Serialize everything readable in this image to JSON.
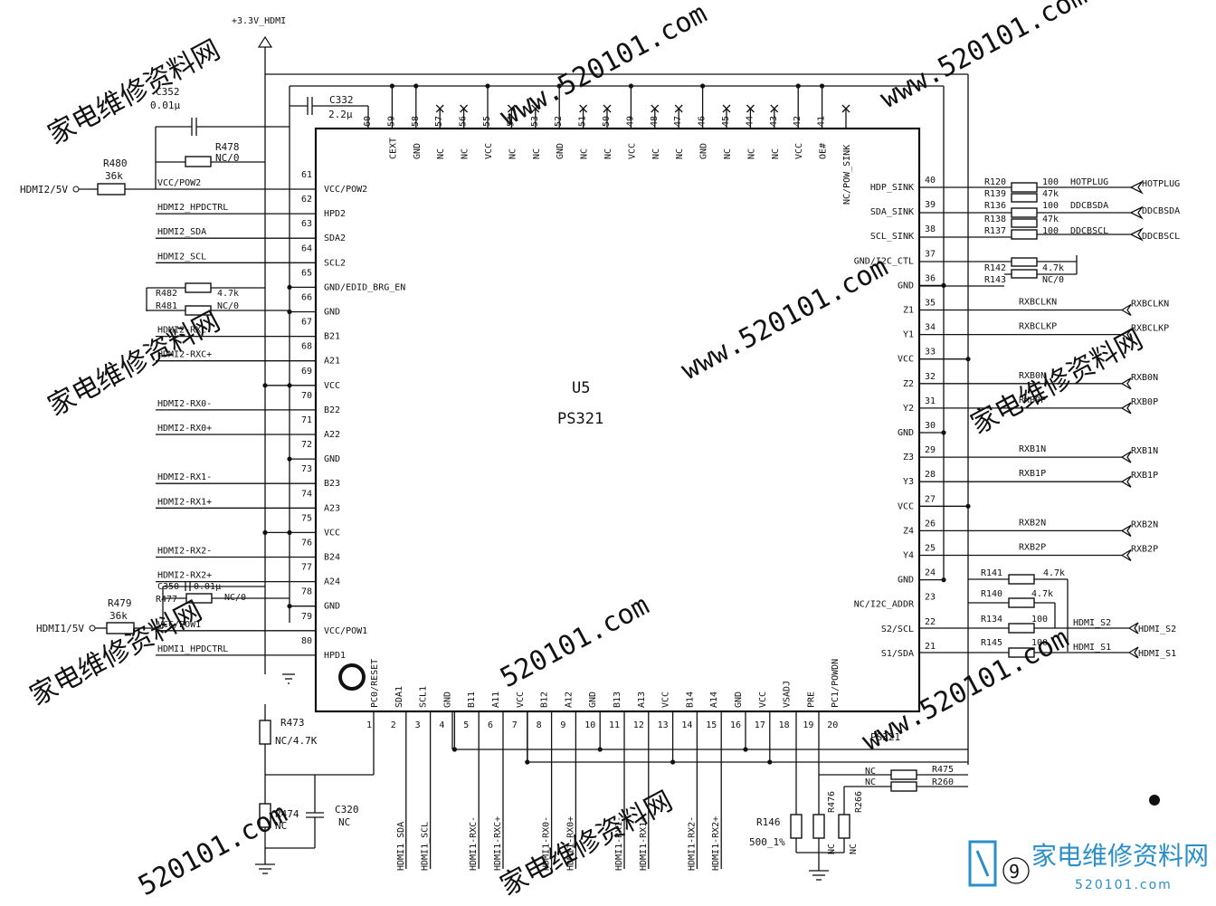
{
  "chip": {
    "ref": "U5",
    "part": "PS321",
    "corner_label": "PS321"
  },
  "supply": {
    "label": "+3.3V_HDMI"
  },
  "top_caps": [
    {
      "ref": "C352",
      "value": "0.01µ"
    },
    {
      "ref": "C332",
      "value": "2.2µ"
    }
  ],
  "top_pins": [
    {
      "num": "60",
      "name": ""
    },
    {
      "num": "59",
      "name": "CEXT"
    },
    {
      "num": "58",
      "name": "GND"
    },
    {
      "num": "57",
      "name": "NC"
    },
    {
      "num": "56",
      "name": "NC"
    },
    {
      "num": "55",
      "name": "VCC"
    },
    {
      "num": "54",
      "name": "NC"
    },
    {
      "num": "53",
      "name": "NC"
    },
    {
      "num": "52",
      "name": "GND"
    },
    {
      "num": "51",
      "name": "NC"
    },
    {
      "num": "50",
      "name": "NC"
    },
    {
      "num": "49",
      "name": "VCC"
    },
    {
      "num": "48",
      "name": "NC"
    },
    {
      "num": "47",
      "name": "NC"
    },
    {
      "num": "46",
      "name": "GND"
    },
    {
      "num": "45",
      "name": "NC"
    },
    {
      "num": "44",
      "name": "NC"
    },
    {
      "num": "43",
      "name": "NC"
    },
    {
      "num": "42",
      "name": "VCC"
    },
    {
      "num": "41",
      "name": "OE#"
    },
    {
      "num": "",
      "name": "NC/POW_SINK"
    }
  ],
  "left_pins": [
    {
      "num": "61",
      "name": "VCC/POW2",
      "net": "VCC/POW2"
    },
    {
      "num": "62",
      "name": "HPD2",
      "net": "HDMI2_HPDCTRL"
    },
    {
      "num": "63",
      "name": "SDA2",
      "net": "HDMI2_SDA"
    },
    {
      "num": "64",
      "name": "SCL2",
      "net": "HDMI2_SCL"
    },
    {
      "num": "65",
      "name": "GND/EDID_BRG_EN",
      "net": ""
    },
    {
      "num": "66",
      "name": "GND",
      "net": ""
    },
    {
      "num": "67",
      "name": "B21",
      "net": "HDMI2-RXC-"
    },
    {
      "num": "68",
      "name": "A21",
      "net": "HDMI2-RXC+"
    },
    {
      "num": "69",
      "name": "VCC",
      "net": ""
    },
    {
      "num": "70",
      "name": "B22",
      "net": "HDMI2-RX0-"
    },
    {
      "num": "71",
      "name": "A22",
      "net": "HDMI2-RX0+"
    },
    {
      "num": "72",
      "name": "GND",
      "net": ""
    },
    {
      "num": "73",
      "name": "B23",
      "net": "HDMI2-RX1-"
    },
    {
      "num": "74",
      "name": "A23",
      "net": "HDMI2-RX1+"
    },
    {
      "num": "75",
      "name": "VCC",
      "net": ""
    },
    {
      "num": "76",
      "name": "B24",
      "net": "HDMI2-RX2-"
    },
    {
      "num": "77",
      "name": "A24",
      "net": "HDMI2-RX2+"
    },
    {
      "num": "78",
      "name": "GND",
      "net": ""
    },
    {
      "num": "79",
      "name": "VCC/POW1",
      "net": "VCC/POW1"
    },
    {
      "num": "80",
      "name": "HPD1",
      "net": "HDMI1_HPDCTRL"
    }
  ],
  "left_parts": {
    "R480": {
      "ref": "R480",
      "value": "36k",
      "port": "HDMI2/5V"
    },
    "R478": {
      "ref": "R478",
      "value": "NC/0"
    },
    "R482": {
      "ref": "R482",
      "value": "4.7k"
    },
    "R481": {
      "ref": "R481",
      "value": "NC/0"
    },
    "C350": {
      "ref": "C350",
      "value": "0.01µ"
    },
    "R477": {
      "ref": "R477",
      "value": "NC/0"
    },
    "R479": {
      "ref": "R479",
      "value": "36k",
      "port": "HDMI1/5V"
    },
    "R473": {
      "ref": "R473",
      "value": "NC/4.7K"
    },
    "R474": {
      "ref": "R474",
      "value": "NC"
    },
    "C320": {
      "ref": "C320",
      "value": "NC"
    }
  },
  "right_pins": [
    {
      "num": "40",
      "name": "HDP_SINK",
      "net": "HOTPLUG"
    },
    {
      "num": "39",
      "name": "SDA_SINK",
      "net": "DDCBSDA"
    },
    {
      "num": "38",
      "name": "SCL_SINK",
      "net": "DDCBSCL"
    },
    {
      "num": "37",
      "name": "GND/I2C_CTL",
      "net": ""
    },
    {
      "num": "36",
      "name": "GND",
      "net": ""
    },
    {
      "num": "35",
      "name": "Z1",
      "net": "RXBCLKN"
    },
    {
      "num": "34",
      "name": "Y1",
      "net": "RXBCLKP"
    },
    {
      "num": "33",
      "name": "VCC",
      "net": ""
    },
    {
      "num": "32",
      "name": "Z2",
      "net": "RXB0N"
    },
    {
      "num": "31",
      "name": "Y2",
      "net": "RXB0P"
    },
    {
      "num": "30",
      "name": "GND",
      "net": ""
    },
    {
      "num": "29",
      "name": "Z3",
      "net": "RXB1N"
    },
    {
      "num": "28",
      "name": "Y3",
      "net": "RXB1P"
    },
    {
      "num": "27",
      "name": "VCC",
      "net": ""
    },
    {
      "num": "26",
      "name": "Z4",
      "net": "RXB2N"
    },
    {
      "num": "25",
      "name": "Y4",
      "net": "RXB2P"
    },
    {
      "num": "24",
      "name": "GND",
      "net": ""
    },
    {
      "num": "23",
      "name": "NC/I2C_ADDR",
      "net": ""
    },
    {
      "num": "22",
      "name": "S2/SCL",
      "net": "HDMI_S2"
    },
    {
      "num": "21",
      "name": "S1/SDA",
      "net": "HDMI_S1"
    }
  ],
  "right_parts": [
    {
      "ref": "R120",
      "value": "100"
    },
    {
      "ref": "R139",
      "value": "47k"
    },
    {
      "ref": "R136",
      "value": "100"
    },
    {
      "ref": "R138",
      "value": "47k"
    },
    {
      "ref": "R137",
      "value": "100"
    },
    {
      "ref": "R142",
      "value": "4.7k"
    },
    {
      "ref": "R143",
      "value": "NC/0"
    },
    {
      "ref": "R141",
      "value": "4.7k"
    },
    {
      "ref": "R140",
      "value": "4.7k"
    },
    {
      "ref": "R134",
      "value": "100"
    },
    {
      "ref": "R145",
      "value": "100"
    }
  ],
  "right_ports": {
    "hotplug": "HOTPLUG",
    "ddcbsda": "DDCBSDA",
    "ddcbscl": "DDCBSCL",
    "s2_in": "HDMI_S2",
    "s1_in": "HDMI_S1",
    "s2_port": "HDMI_S2",
    "s1_port": "HDMI_S1"
  },
  "bottom_pins": [
    {
      "num": "1",
      "name": "PC0/RESET",
      "net": ""
    },
    {
      "num": "2",
      "name": "SDA1",
      "net": "HDMI1_SDA"
    },
    {
      "num": "3",
      "name": "SCL1",
      "net": "HDMI1_SCL"
    },
    {
      "num": "4",
      "name": "GND",
      "net": ""
    },
    {
      "num": "5",
      "name": "B11",
      "net": "HDMI1-RXC-"
    },
    {
      "num": "6",
      "name": "A11",
      "net": "HDMI1-RXC+"
    },
    {
      "num": "7",
      "name": "VCC",
      "net": ""
    },
    {
      "num": "8",
      "name": "B12",
      "net": "HDMI1-RX0-"
    },
    {
      "num": "9",
      "name": "A12",
      "net": "HDMI1-RX0+"
    },
    {
      "num": "10",
      "name": "GND",
      "net": ""
    },
    {
      "num": "11",
      "name": "B13",
      "net": "HDMI1-RX1-"
    },
    {
      "num": "12",
      "name": "A13",
      "net": "HDMI1-RX1+"
    },
    {
      "num": "13",
      "name": "VCC",
      "net": ""
    },
    {
      "num": "14",
      "name": "B14",
      "net": "HDMI1-RX2-"
    },
    {
      "num": "15",
      "name": "A14",
      "net": "HDMI1-RX2+"
    },
    {
      "num": "16",
      "name": "GND",
      "net": ""
    },
    {
      "num": "17",
      "name": "VCC",
      "net": ""
    },
    {
      "num": "18",
      "name": "VSADJ",
      "net": ""
    },
    {
      "num": "19",
      "name": "PRE",
      "net": ""
    },
    {
      "num": "20",
      "name": "PC1/POWDN",
      "net": ""
    }
  ],
  "bottom_parts": {
    "R475": {
      "ref": "R475",
      "value": "NC"
    },
    "R260": {
      "ref": "R260",
      "value": "NC"
    },
    "R146": {
      "ref": "R146",
      "value": "500_1%"
    },
    "R476": {
      "ref": "R476",
      "value": "NC"
    },
    "R266": {
      "ref": "R266",
      "value": "NC"
    }
  },
  "page_number": "9",
  "logo": {
    "text": "家电维修资料网",
    "url": "520101.com"
  },
  "watermarks": [
    "家电维修资料网",
    "www.520101.com",
    "520101.com"
  ]
}
